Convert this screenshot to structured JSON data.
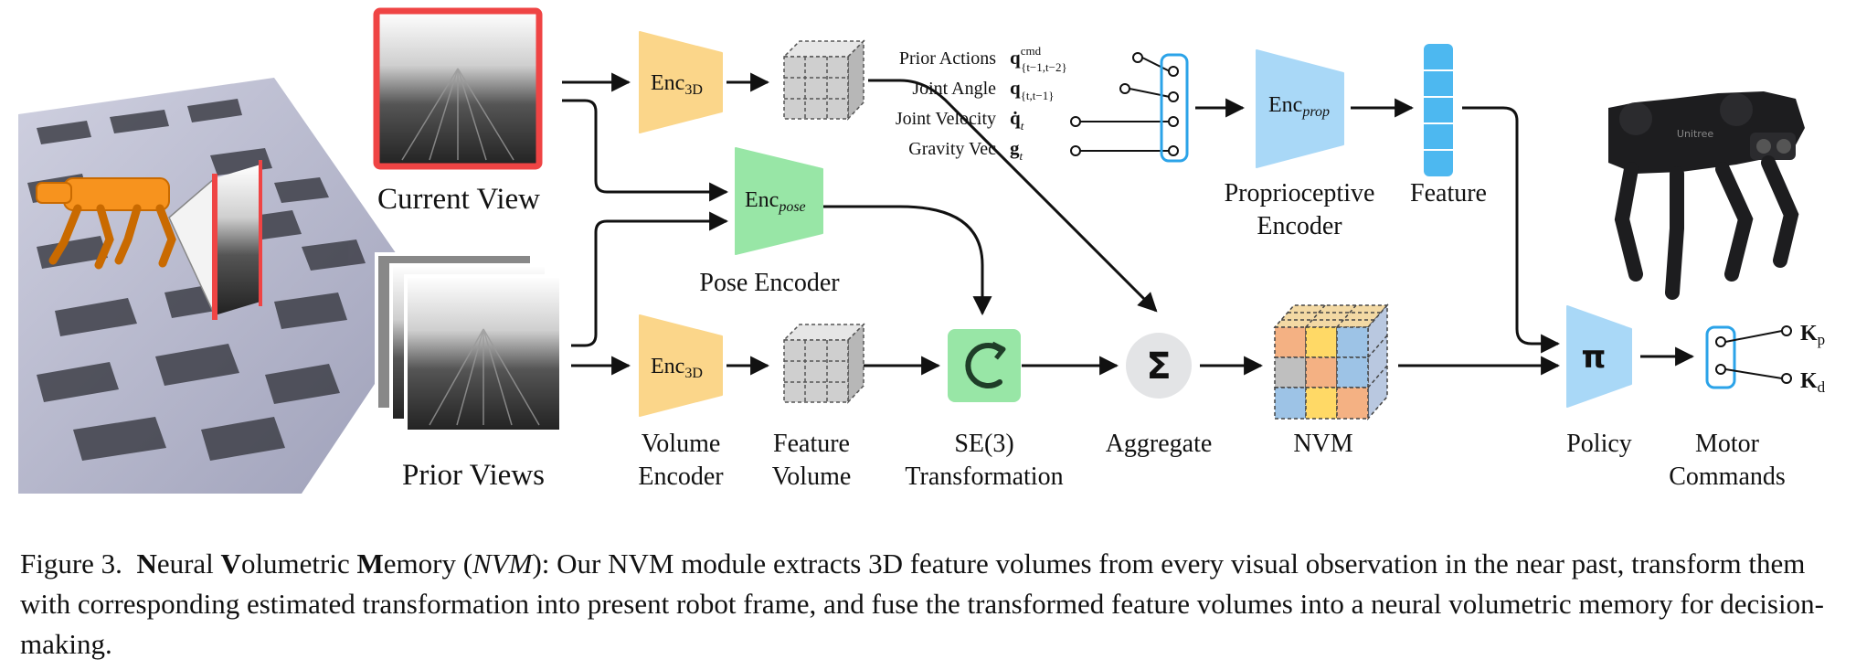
{
  "figure": {
    "labels": {
      "current_view": "Current View",
      "prior_views": "Prior Views",
      "enc3d_main": "Enc",
      "enc3d_sub": "3D",
      "encpose_main": "Enc",
      "encpose_sub": "pose",
      "encprop_main": "Enc",
      "encprop_sub": "prop",
      "pose_encoder": "Pose Encoder",
      "volume_encoder_1": "Volume",
      "volume_encoder_2": "Encoder",
      "feature_volume_1": "Feature",
      "feature_volume_2": "Volume",
      "se3_1": "SE(3)",
      "se3_2": "Transformation",
      "aggregate": "Aggregate",
      "nvm": "NVM",
      "proprio_1": "Proprioceptive",
      "proprio_2": "Encoder",
      "feature": "Feature",
      "policy": "Policy",
      "motor_1": "Motor",
      "motor_2": "Commands",
      "prior_actions": "Prior Actions",
      "joint_angle": "Joint Angle",
      "joint_velocity": "Joint Velocity",
      "gravity_vec": "Gravity Vec",
      "q_cmd_sym": "q",
      "q_cmd_sup": "cmd",
      "q_cmd_sub": "{t−1,t−2}",
      "q_sym": "q",
      "q_sub": "{t,t−1}",
      "qdot_sym": "q̇",
      "qdot_sub": "t",
      "g_sym": "g",
      "g_sub": "t",
      "sigma": "Σ",
      "pi": "π",
      "kp_sym": "K",
      "kp_sub": "p",
      "kd_sym": "K",
      "kd_sub": "d",
      "robot_logo": "Unitree"
    },
    "colors": {
      "enc3d": "#FBD68A",
      "encpose": "#98E6A6",
      "encprop": "#A9D8F7",
      "feature_bar": "#4DB8F0",
      "se3": "#98E6A6",
      "aggregate": "#E3E4E6",
      "policy": "#A9D8F7",
      "current_view_border": "#EF4444",
      "port_bracket": "#2BA3E8",
      "robot_orange": "#F7931E"
    }
  },
  "caption": {
    "prefix": "Figure 3.",
    "n": "N",
    "eural": "eural ",
    "v": "V",
    "olumetric": "olumetric ",
    "m": "M",
    "emory": "emory (",
    "abbr": "NVM",
    "body": "): Our NVM module extracts 3D feature volumes from every visual observation in the near past, transform them with corresponding estimated transformation into present robot frame, and fuse the transformed feature volumes into a neural volumetric memory for decision-making."
  }
}
